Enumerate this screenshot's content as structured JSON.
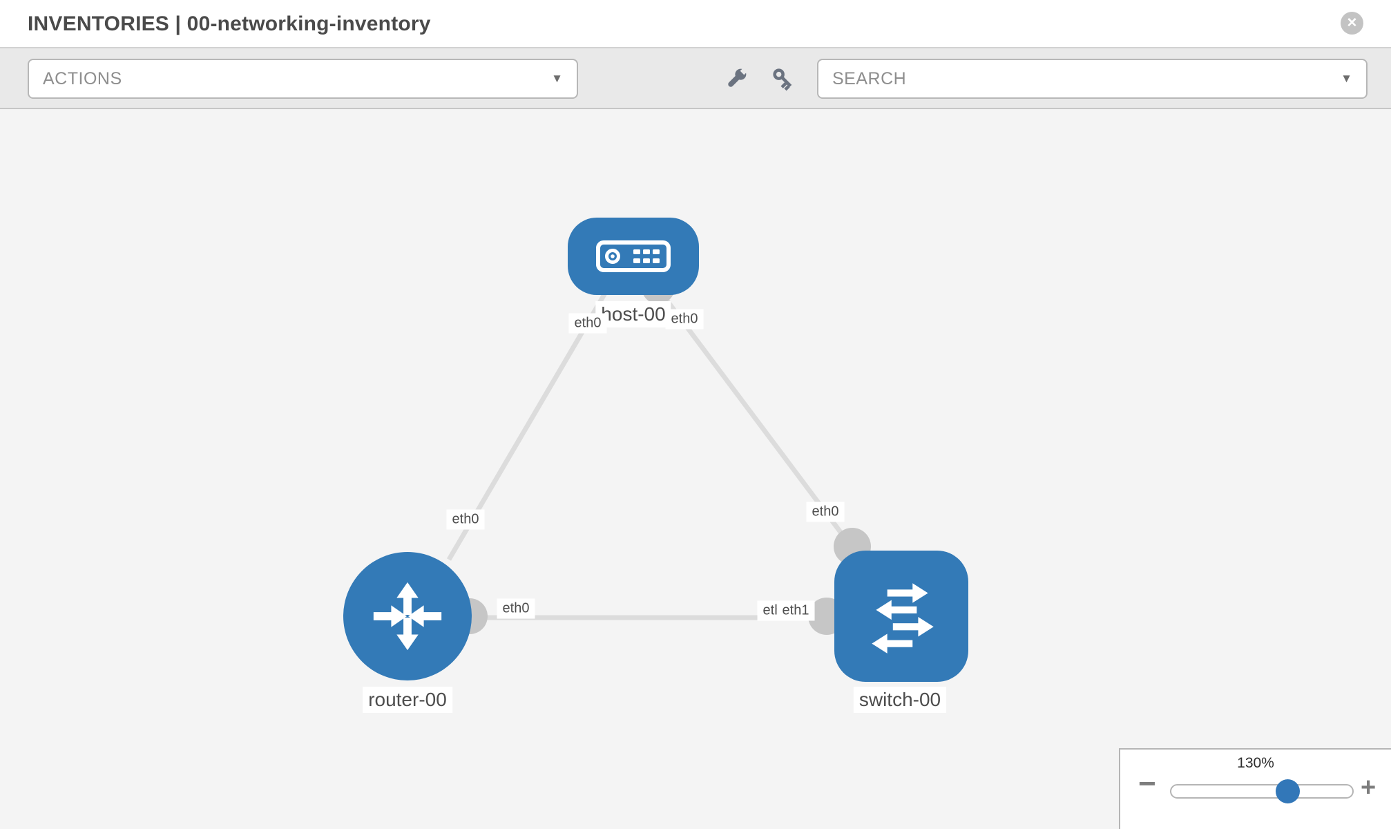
{
  "header": {
    "title": "INVENTORIES | 00-networking-inventory"
  },
  "toolbar": {
    "actions_label": "ACTIONS",
    "search_placeholder": "SEARCH"
  },
  "icons": {
    "close": "✕",
    "caret": "▼",
    "minus": "−",
    "plus": "+"
  },
  "colors": {
    "node_blue": "#337ab7",
    "link_gray": "#dcdcdc",
    "port_gray": "#c6c6c6",
    "canvas_bg": "#f4f4f4",
    "toolbar_bg": "#e9e9e9"
  },
  "topology": {
    "nodes": [
      {
        "label": "host-00",
        "type": "host"
      },
      {
        "label": "router-00",
        "type": "router"
      },
      {
        "label": "switch-00",
        "type": "switch"
      }
    ],
    "links": [
      {
        "from": "host-00",
        "to": "router-00"
      },
      {
        "from": "host-00",
        "to": "switch-00"
      },
      {
        "from": "router-00",
        "to": "switch-00"
      }
    ],
    "interfaces": [
      {
        "label": "eth0",
        "location": "host-left"
      },
      {
        "label": "eth0",
        "location": "host-right"
      },
      {
        "label": "eth0",
        "location": "router-top"
      },
      {
        "label": "eth0",
        "location": "router-right"
      },
      {
        "label": "eth0",
        "location": "switch-top"
      },
      {
        "label": "eth0",
        "location": "switch-left-under"
      },
      {
        "label": "eth1",
        "location": "switch-left-over"
      }
    ]
  },
  "zoom": {
    "level": "130%"
  }
}
